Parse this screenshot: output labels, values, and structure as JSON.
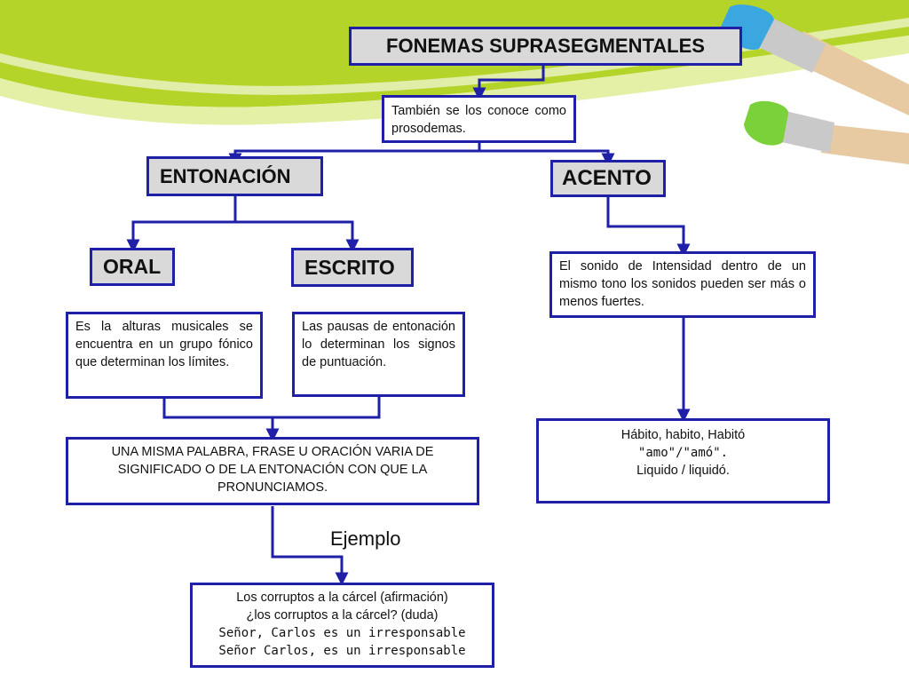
{
  "title": "FONEMAS SUPRASEGMENTALES",
  "intro": "También se los conoce como prosodemas.",
  "entonacion": {
    "label": "ENTONACIÓN",
    "oral": {
      "label": "ORAL",
      "text": "Es la alturas musicales se encuentra en un grupo fónico que determinan los límites."
    },
    "escrito": {
      "label": "ESCRITO",
      "text": "Las pausas de entonación lo determinan los signos de puntuación."
    },
    "summary": "UNA MISMA PALABRA, FRASE U ORACIÓN VARIA DE SIGNIFICADO O DE LA ENTONACIÓN CON QUE LA PRONUNCIAMOS.",
    "example_label": "Ejemplo",
    "example_lines": [
      "Los corruptos a la cárcel  (afirmación)",
      "¿los corruptos a la cárcel? (duda)",
      "Señor, Carlos es un irresponsable",
      "Señor Carlos, es un irresponsable"
    ]
  },
  "acento": {
    "label": "ACENTO",
    "text": "El sonido de Intensidad dentro de un mismo tono los sonidos pueden ser más o menos fuertes.",
    "example_lines": [
      "Hábito, habito, Habitó",
      "\"amo\"/\"amó\".",
      "Liquido / liquidó."
    ]
  },
  "colors": {
    "border": "#1f1fa8",
    "box_fill_grey": "#d9d9d9",
    "green_band": "#b5d42a",
    "brush_blue": "#3ba7e0",
    "brush_green": "#7bd13a"
  }
}
